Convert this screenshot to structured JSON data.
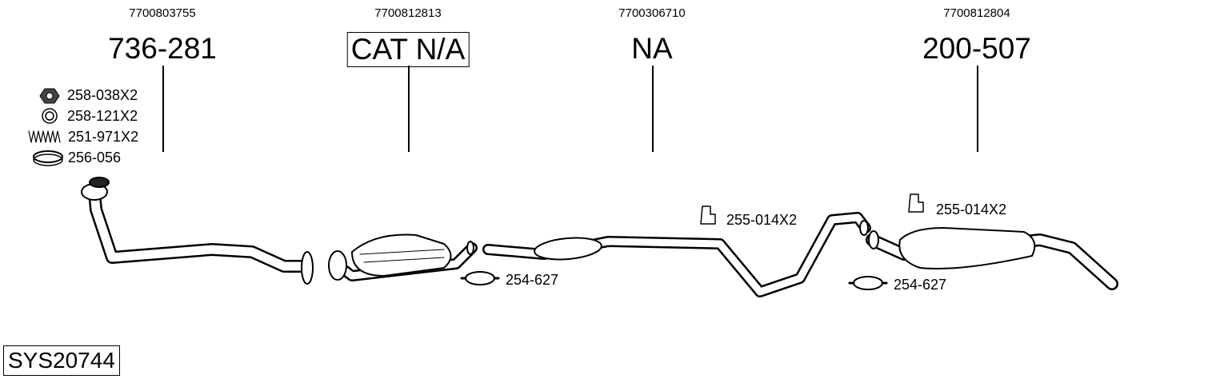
{
  "columns": [
    {
      "oe_number": "7700803755",
      "part": "736-281",
      "boxed": false
    },
    {
      "oe_number": "7700812813",
      "part": "CAT N/A",
      "boxed": true
    },
    {
      "oe_number": "7700306710",
      "part": "NA",
      "boxed": false
    },
    {
      "oe_number": "7700812804",
      "part": "200-507",
      "boxed": false
    }
  ],
  "fittings": [
    {
      "label": "258-038X2",
      "icon": "nut-icon"
    },
    {
      "label": "258-121X2",
      "icon": "washer-ring-icon"
    },
    {
      "label": "251-971X2",
      "icon": "spring-icon"
    },
    {
      "label": "256-056",
      "icon": "gasket-ring-icon"
    },
    {
      "label": "255-014X2",
      "icon": "rubber-hanger-icon"
    },
    {
      "label": "255-014X2",
      "icon": "rubber-hanger-icon"
    },
    {
      "label": "254-627",
      "icon": "clamp-icon"
    },
    {
      "label": "254-627",
      "icon": "clamp-icon"
    }
  ],
  "system_id": "SYS20744"
}
